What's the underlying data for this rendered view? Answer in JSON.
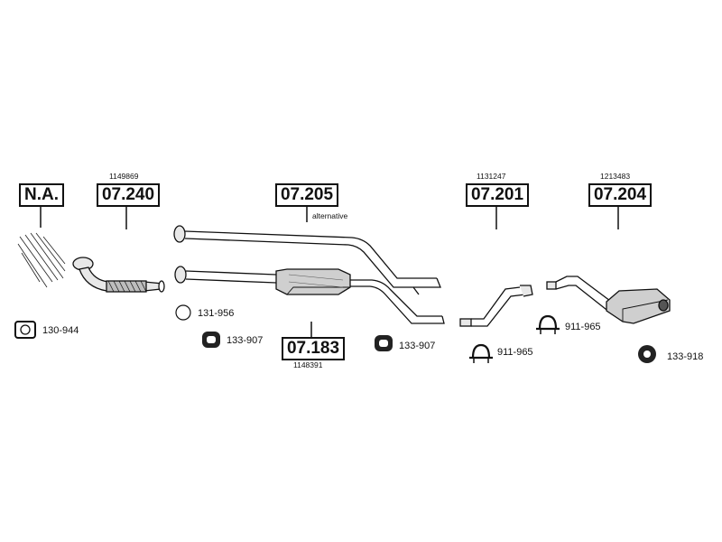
{
  "callouts": {
    "na": {
      "code": "N.A.",
      "ref": ""
    },
    "c07240": {
      "code": "07.240",
      "ref": "1149869"
    },
    "c07205": {
      "code": "07.205",
      "ref": "",
      "note": "alternative"
    },
    "c07183": {
      "code": "07.183",
      "ref": "1148391"
    },
    "c07201": {
      "code": "07.201",
      "ref": "1131247"
    },
    "c07204": {
      "code": "07.204",
      "ref": "1213483"
    }
  },
  "parts": {
    "p130944": "130-944",
    "p131956": "131-956",
    "p133907a": "133-907",
    "p133907b": "133-907",
    "p911965a": "911-965",
    "p911965b": "911-965",
    "p133918": "133-918"
  },
  "colors": {
    "line": "#111111",
    "fill": "#cfcfcf",
    "dark": "#555555"
  }
}
